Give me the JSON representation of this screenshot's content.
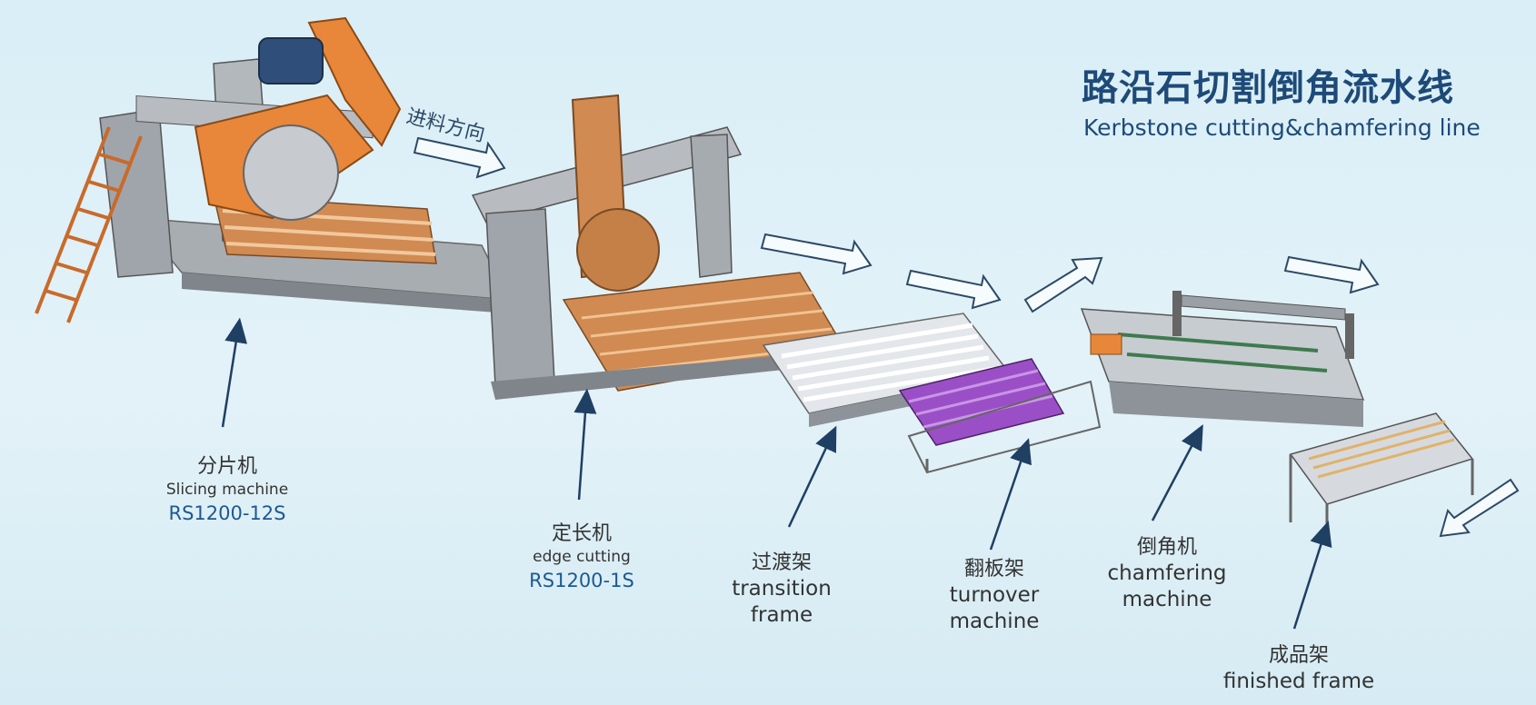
{
  "title": {
    "zh": "路沿石切割倒角流水线",
    "en": "Kerbstone cutting&chamfering line"
  },
  "feed_direction": "进料方向",
  "stations": [
    {
      "zh": "分片机",
      "en": "Slicing machine",
      "model": "RS1200-12S"
    },
    {
      "zh": "定长机",
      "en": "edge cutting",
      "model": "RS1200-1S"
    },
    {
      "zh": "过渡架",
      "en_line1": "transition",
      "en_line2": "frame"
    },
    {
      "zh": "翻板架",
      "en_line1": "turnover",
      "en_line2": "machine"
    },
    {
      "zh": "倒角机",
      "en_line1": "chamfering",
      "en_line2": "machine"
    },
    {
      "zh": "成品架",
      "en": "finished frame"
    }
  ],
  "colors": {
    "title": "#1e4a78",
    "model": "#1b5a92",
    "machine_orange": "#e8873a",
    "frame_gray": "#9aa0a6",
    "roller_purple": "#9b4fc7",
    "bed_copper": "#d08a52",
    "pointer_arrow": "#1f3f63"
  }
}
